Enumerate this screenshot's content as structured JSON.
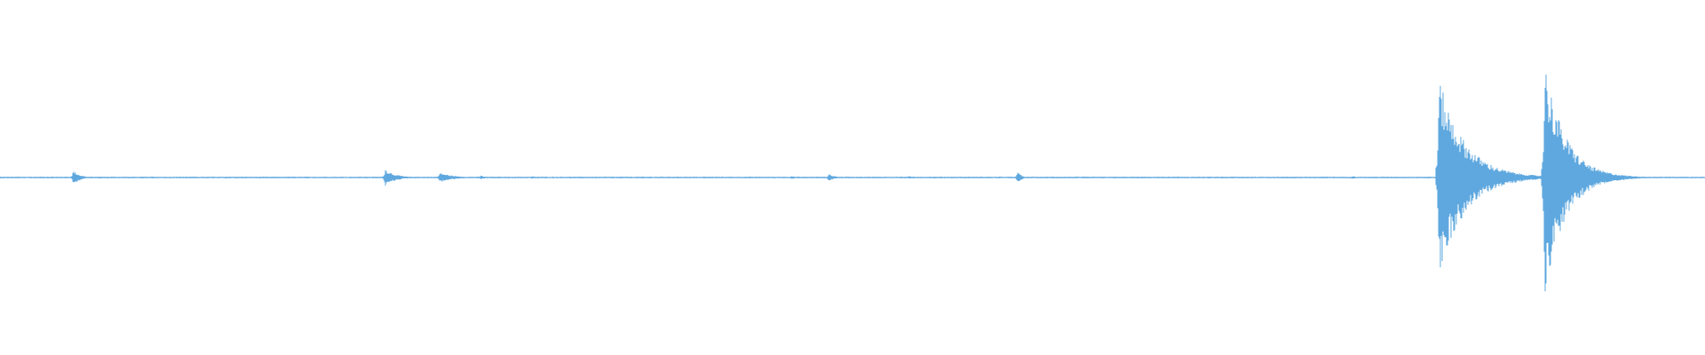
{
  "waveform": {
    "color": "#5fa8df",
    "background": "#ffffff",
    "baseline_amplitude": 0.006,
    "events": [
      {
        "t": 0.043,
        "amp": 0.05,
        "decay": 0.004
      },
      {
        "t": 0.226,
        "amp": 0.06,
        "decay": 0.006
      },
      {
        "t": 0.258,
        "amp": 0.035,
        "decay": 0.008
      },
      {
        "t": 0.282,
        "amp": 0.015,
        "decay": 0.003
      },
      {
        "t": 0.312,
        "amp": 0.01,
        "decay": 0.003
      },
      {
        "t": 0.464,
        "amp": 0.012,
        "decay": 0.003
      },
      {
        "t": 0.486,
        "amp": 0.025,
        "decay": 0.004
      },
      {
        "t": 0.533,
        "amp": 0.01,
        "decay": 0.003
      },
      {
        "t": 0.597,
        "amp": 0.045,
        "decay": 0.002
      },
      {
        "t": 0.759,
        "amp": 0.008,
        "decay": 0.003
      },
      {
        "t": 0.793,
        "amp": 0.012,
        "decay": 0.003
      },
      {
        "t": 0.844,
        "amp": 0.7,
        "decay": 0.015
      },
      {
        "t": 0.865,
        "amp": 0.08,
        "decay": 0.01
      },
      {
        "t": 0.906,
        "amp": 0.82,
        "decay": 0.012
      }
    ]
  }
}
